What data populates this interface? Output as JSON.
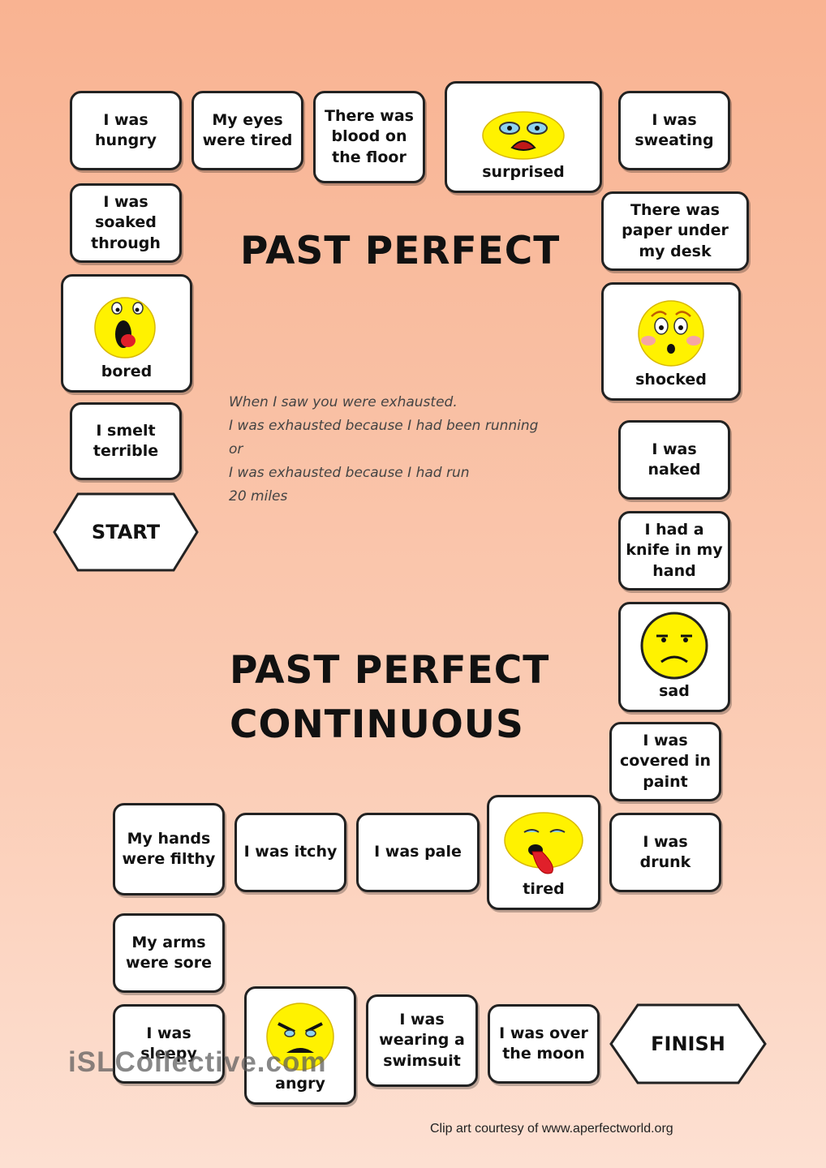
{
  "titles": {
    "past_perfect": "PAST PERFECT",
    "continuous_line1": "PAST PERFECT",
    "continuous_line2": "CONTINUOUS"
  },
  "example": {
    "line1": "When I saw you were exhausted.",
    "line2": "I was exhausted because I had been running",
    "line3": "or",
    "line4": "I was exhausted because I had run",
    "line5": "20 miles"
  },
  "board": {
    "start": "START",
    "finish": "FINISH",
    "hungry": "I was hungry",
    "eyes_tired": "My eyes were tired",
    "blood": "There was blood on the floor",
    "surprised": "surprised",
    "sweating": "I was sweating",
    "soaked": "I was soaked through",
    "paper": "There was paper under my desk",
    "bored": "bored",
    "shocked": "shocked",
    "smelt": "I smelt terrible",
    "naked": "I was naked",
    "knife": "I had a knife in my hand",
    "sad": "sad",
    "covered": "I was covered in paint",
    "hands": "My hands were filthy",
    "itchy": "I was itchy",
    "pale": "I was pale",
    "tired": "tired",
    "drunk": "I was drunk",
    "arms": "My arms were sore",
    "sleepy": "I was sleepy",
    "angry": "angry",
    "swimsuit": "I was wearing a swimsuit",
    "moon": "I was over the moon"
  },
  "watermark": "iSLCollective.com",
  "credit": "Clip art courtesy of www.aperfectworld.org"
}
